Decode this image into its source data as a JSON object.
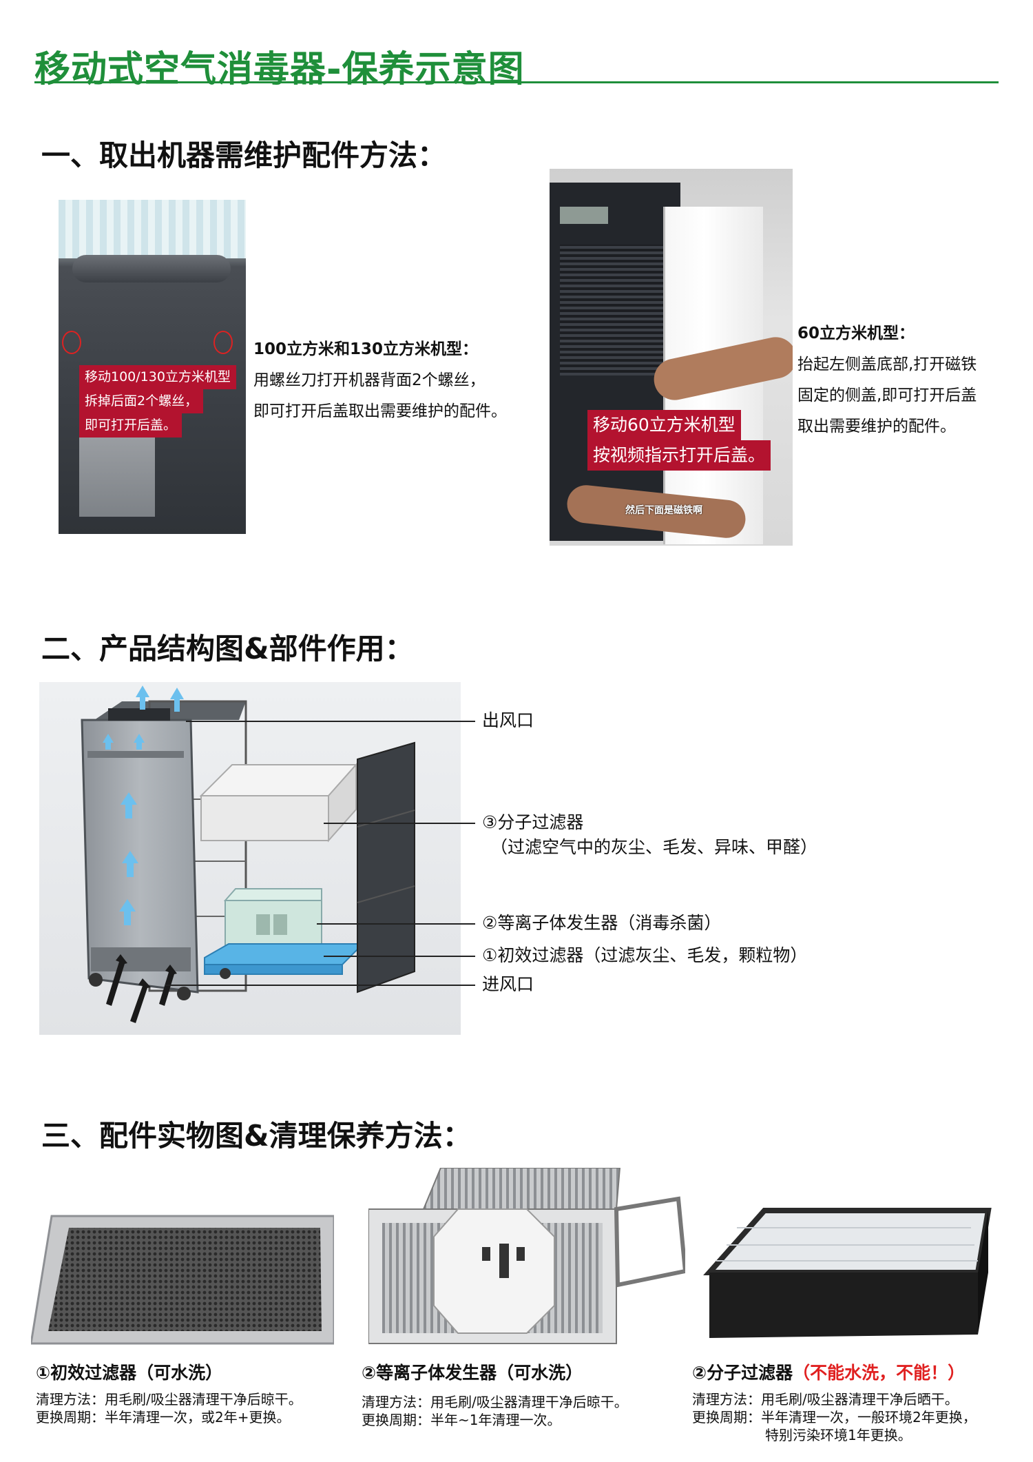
{
  "title": "移动式空气消毒器-保养示意图",
  "section1": {
    "heading": "一、取出机器需维护配件方法：",
    "photo1_label": [
      "移动100/130立方米机型",
      "拆掉后面2个螺丝，",
      "即可打开后盖。"
    ],
    "desc1": {
      "heading": "100立方米和130立方米机型：",
      "lines": [
        "用螺丝刀打开机器背面2个螺丝，",
        "即可打开后盖取出需要维护的配件。"
      ]
    },
    "photo2_label": [
      "移动60立方米机型",
      "按视频指示打开后盖。"
    ],
    "photo2_caption": "然后下面是磁铁啊",
    "desc2": {
      "heading": "60立方米机型：",
      "lines": [
        "抬起左侧盖底部,打开磁铁",
        "固定的侧盖,即可打开后盖",
        "取出需要维护的配件。"
      ]
    }
  },
  "section2": {
    "heading": "二、产品结构图&部件作用：",
    "callouts": {
      "outlet": "出风口",
      "molecular": "③分子过滤器",
      "molecular_note": "（过滤空气中的灰尘、毛发、异味、甲醛）",
      "plasma": "②等离子体发生器（消毒杀菌）",
      "primary": "①初效过滤器（过滤灰尘、毛发，颗粒物）",
      "inlet": "进风口"
    }
  },
  "section3": {
    "heading": "三、配件实物图&清理保养方法：",
    "parts": [
      {
        "title": "①初效过滤器（可水洗）",
        "warning": "",
        "method": "清理方法：用毛刷/吸尘器清理干净后晾干。",
        "cycle": "更换周期：半年清理一次，或2年+更换。",
        "cycle_extra": ""
      },
      {
        "title": "②等离子体发生器（可水洗）",
        "warning": "",
        "method": "清理方法：用毛刷/吸尘器清理干净后晾干。",
        "cycle": "更换周期：半年~1年清理一次。",
        "cycle_extra": ""
      },
      {
        "title": "②分子过滤器",
        "warning": "（不能水洗，不能！）",
        "method": "清理方法：用毛刷/吸尘器清理干净后晒干。",
        "cycle": "更换周期：半年清理一次，一般环境2年更换，",
        "cycle_extra": "特别污染环境1年更换。"
      }
    ]
  },
  "colors": {
    "title_green": "#1f8f3a",
    "label_red": "#b3132f",
    "warning_red": "#e02020"
  }
}
